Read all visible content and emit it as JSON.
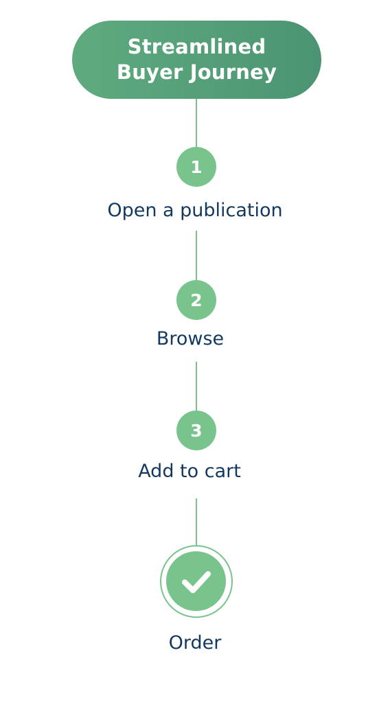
{
  "title": "Streamlined\nBuyer Journey",
  "steps": [
    {
      "number": "1",
      "label": "Open a publication"
    },
    {
      "number": "2",
      "label": "Browse"
    },
    {
      "number": "3",
      "label": "Add to cart"
    }
  ],
  "final": {
    "label": "Order",
    "icon": "checkmark-icon"
  },
  "colors": {
    "pill": "#569e78",
    "step": "#79c38c",
    "text": "#13385f"
  }
}
